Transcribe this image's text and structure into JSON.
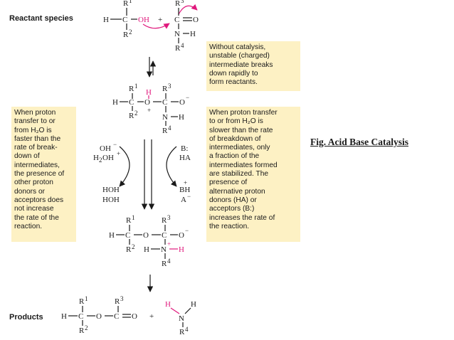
{
  "labels": {
    "reactant_species": "Reactant species",
    "products": "Products"
  },
  "notes": {
    "top_right": [
      "Without catalysis,",
      "unstable (charged)",
      "intermediate breaks",
      "down rapidly to",
      "form reactants."
    ],
    "left": [
      "When proton",
      "transfer to or",
      "from H₂O is",
      "faster than the",
      "rate of break-",
      "down of",
      "intermediates,",
      "the presence of",
      "other proton",
      "donors or",
      "acceptors does",
      "not increase",
      "the rate of the",
      "reaction."
    ],
    "right": [
      "When proton transfer",
      "to or from H₂O is",
      "slower than the rate",
      "of breakdown of",
      "intermediates, only",
      "a fraction of the",
      "intermediates formed",
      "are stabilized. The",
      "presence of",
      "alternative proton",
      "donors (HA) or",
      "acceptors (B:)",
      "increases the rate of",
      "the reaction."
    ]
  },
  "caption": "Fig. Acid Base Catalysis",
  "chem": {
    "reactant_alcohol": {
      "left": "H",
      "c": "C",
      "oh": "OH",
      "r1": "R",
      "r1sup": "1",
      "r2": "R",
      "r2sup": "2"
    },
    "plus": "+",
    "amide": {
      "c": "C",
      "o": "O",
      "n": "N",
      "h": "H",
      "r3": "R",
      "r3sup": "3",
      "r4": "R",
      "r4sup": "4"
    },
    "intermediate": {
      "h_left": "H",
      "c1": "C",
      "o": "O",
      "h_pink": "H",
      "plus_sign": "+",
      "c2": "C",
      "o_minus": "O",
      "minus_sign": "−",
      "n": "N",
      "nh": "H"
    },
    "catalysts_left": {
      "oh_minus": "OH",
      "minus": "−",
      "h2oh": "H",
      "h2oh_sub": "2",
      "h2oh_rest": "OH",
      "h2oh_plus": "+",
      "hoh1": "HOH",
      "hoh2": "HOH"
    },
    "catalysts_right": {
      "b": "B:",
      "ha": "HA",
      "bh": "BH",
      "bh_plus": "+",
      "a": "A",
      "a_minus": "−"
    },
    "intermediate2": {
      "h_left": "H",
      "c1": "C",
      "o": "O",
      "c2": "C",
      "o_minus": "O",
      "minus_sign": "−",
      "hn_h": "H",
      "n": "N",
      "plus_sign": "+",
      "nh": "H"
    },
    "products": {
      "h_left": "H",
      "c1": "C",
      "o": "O",
      "c2": "C",
      "o2": "O",
      "plus": "+",
      "h1": "H",
      "h2": "H",
      "n": "N"
    }
  }
}
